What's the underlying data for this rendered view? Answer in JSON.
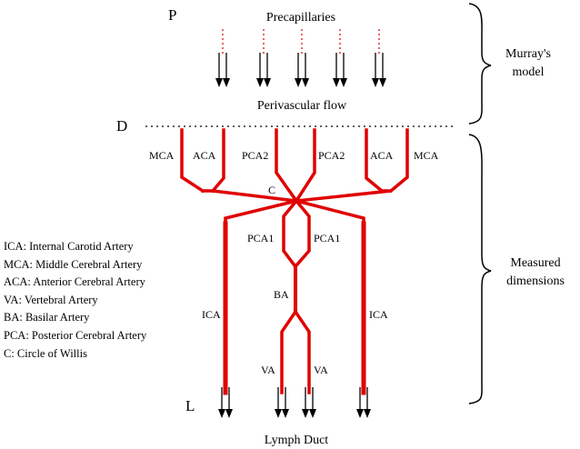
{
  "letters": {
    "p": "P",
    "d": "D",
    "l": "L"
  },
  "top": {
    "precapillaries": "Precapillaries",
    "perivascular_flow": "Perivascular flow"
  },
  "braces": {
    "model_line1": "Murray's",
    "model_line2": "model",
    "measured_line1": "Measured",
    "measured_line2": "dimensions"
  },
  "arteries": {
    "mca_left": "MCA",
    "aca_left": "ACA",
    "pca2_left": "PCA2",
    "pca2_right": "PCA2",
    "aca_right": "ACA",
    "mca_right": "MCA",
    "c": "C",
    "pca1_left": "PCA1",
    "pca1_right": "PCA1",
    "ba": "BA",
    "ica_left": "ICA",
    "ica_right": "ICA",
    "va_left": "VA",
    "va_right": "VA"
  },
  "bottom": {
    "lymph_duct": "Lymph Duct"
  },
  "legend": [
    "ICA: Internal Carotid Artery",
    "MCA: Middle Cerebral Artery",
    "ACA: Anterior Cerebral Artery",
    "VA: Vertebral Artery",
    "BA: Basilar Artery",
    "PCA: Posterior Cerebral Artery",
    "C: Circle of Willis"
  ],
  "colors": {
    "vessel": "#e00000",
    "arrow": "#000000"
  }
}
